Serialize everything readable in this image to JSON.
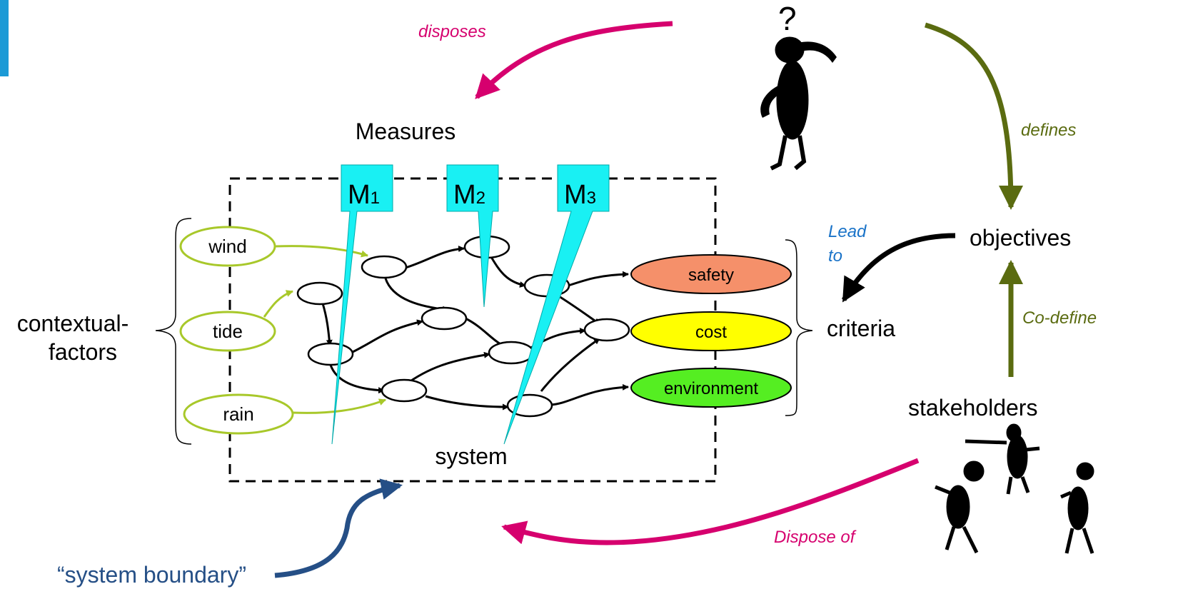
{
  "measures_title": "Measures",
  "measures": [
    {
      "letter": "M",
      "sub": "1"
    },
    {
      "letter": "M",
      "sub": "2"
    },
    {
      "letter": "M",
      "sub": "3"
    }
  ],
  "context_label": [
    "contextual-",
    "factors"
  ],
  "factors": [
    "wind",
    "tide",
    "rain"
  ],
  "criteria_nodes": [
    "safety",
    "cost",
    "environment"
  ],
  "criteria_label": "criteria",
  "system_label": "system",
  "boundary_label": "“system boundary”",
  "objectives_label": "objectives",
  "stakeholders_label": "stakeholders",
  "arrows": {
    "disposes": "disposes",
    "defines": "defines",
    "lead_to": [
      "Lead",
      "to"
    ],
    "co_define": "Co-define",
    "dispose_of": "Dispose of"
  },
  "colors": {
    "magenta": "#d6006e",
    "olive": "#5a6b10",
    "blue_text": "#1a73c8",
    "navy": "#254f86",
    "cyan": "#19f0f3",
    "yellow_green": "#a8c82a",
    "safety": "#f5906a",
    "cost": "#ffff00",
    "environment": "#55ee22"
  }
}
